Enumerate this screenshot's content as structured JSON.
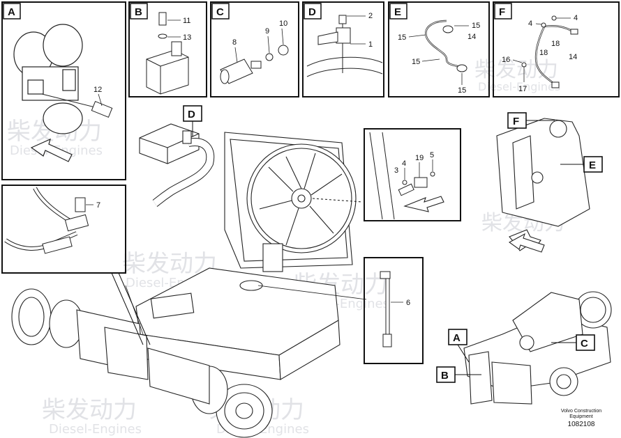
{
  "watermark": {
    "chinese": "柴发动力",
    "english": "Diesel-Engines",
    "color": "#c9ccd2"
  },
  "panels": {
    "A": {
      "letter": "A",
      "callouts": [
        "12"
      ]
    },
    "B": {
      "letter": "B",
      "callouts": [
        "11",
        "13"
      ]
    },
    "C": {
      "letter": "C",
      "callouts": [
        "8",
        "9",
        "10"
      ]
    },
    "D": {
      "letter": "D",
      "callouts": [
        "2",
        "1"
      ]
    },
    "E": {
      "letter": "E",
      "callouts": [
        "15",
        "14",
        "15",
        "15",
        "15"
      ]
    },
    "F": {
      "letter": "F",
      "callouts": [
        "4",
        "4",
        "18",
        "18",
        "14",
        "16",
        "17"
      ]
    },
    "sensor7": {
      "callouts": [
        "7"
      ]
    },
    "detail_right": {
      "callouts": [
        "4",
        "19",
        "5",
        "3"
      ]
    },
    "level6": {
      "callouts": [
        "6"
      ]
    }
  },
  "main_tags": {
    "D": "D",
    "F": "F",
    "E": "E",
    "A": "A",
    "B": "B",
    "C": "C"
  },
  "footer": {
    "company": "Volvo Construction",
    "company2": "Equipment",
    "number": "1082108"
  },
  "colors": {
    "line": "#222222",
    "frame": "#111111",
    "background": "#ffffff"
  }
}
